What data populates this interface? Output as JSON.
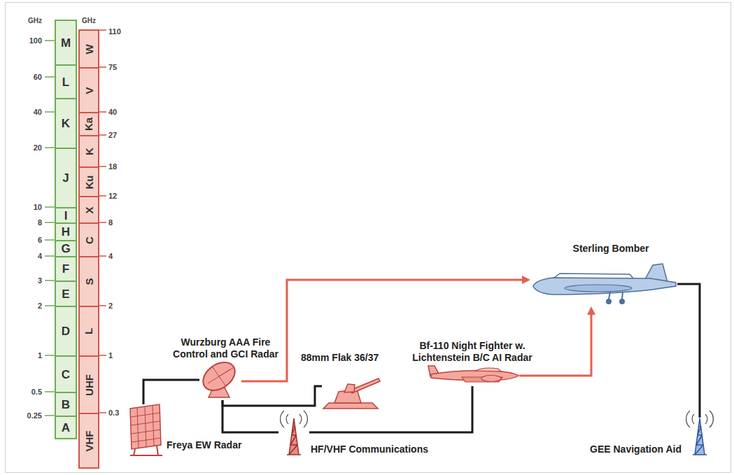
{
  "diagram": {
    "nodes": [
      {
        "text": [
          "M"
        ]
      },
      {
        "text": [
          "L"
        ]
      },
      {
        "text": [
          "K"
        ]
      },
      {
        "text": [
          "J"
        ]
      },
      {
        "text": [
          "I"
        ]
      },
      {
        "text": [
          "H"
        ]
      },
      {
        "text": [
          "G"
        ]
      },
      {
        "text": [
          "F"
        ]
      },
      {
        "text": [
          "E"
        ]
      },
      {
        "text": [
          "D"
        ]
      },
      {
        "text": [
          "C"
        ]
      },
      {
        "text": [
          "B"
        ]
      },
      {
        "text": [
          "A"
        ]
      },
      {
        "text": [
          "W"
        ]
      },
      {
        "text": [
          "V"
        ]
      },
      {
        "text": [
          "Ka"
        ]
      },
      {
        "text": [
          "K"
        ]
      },
      {
        "text": [
          "Ku"
        ]
      },
      {
        "text": [
          "X"
        ]
      },
      {
        "text": [
          "C"
        ]
      },
      {
        "text": [
          "S"
        ]
      },
      {
        "text": [
          "L"
        ]
      },
      {
        "text": [
          "UHF"
        ]
      },
      {
        "text": [
          "VHF"
        ]
      },
      {
        "text": [
          "Sterling Bomber"
        ]
      },
      {
        "text": [
          "Wurzburg AAA Fire Control and GCI Radar"
        ]
      },
      {
        "text": [
          "Bf-110 Night Fighter w. Lichtenstein B/C AI Radar"
        ]
      },
      {
        "text": [
          "88mm Flak 36/37"
        ]
      },
      {
        "text": [
          "Freya EW Radar"
        ]
      },
      {
        "text": [
          "HF/VHF Communications"
        ]
      },
      {
        "text": [
          "GEE Navigation Aid"
        ]
      }
    ],
    "edges": [
      {
        "from": 28,
        "to": 25,
        "arrow": "none"
      },
      {
        "from": 25,
        "to": 27,
        "arrow": "none"
      },
      {
        "from": 25,
        "to": 29,
        "arrow": "none"
      },
      {
        "from": 29,
        "to": 26,
        "arrow": "none"
      },
      {
        "from": 25,
        "to": 24,
        "arrow": "to"
      },
      {
        "from": 26,
        "to": 24,
        "arrow": "to"
      },
      {
        "from": 30,
        "to": 24,
        "arrow": "none"
      }
    ],
    "labels": [
      "GHz",
      "100",
      "60",
      "40",
      "20",
      "10",
      "8",
      "6",
      "4",
      "3",
      "2",
      "1",
      "0.5",
      "0.25",
      "GHz",
      "110",
      "75",
      "40",
      "27",
      "18",
      "12",
      "8",
      "4",
      "2",
      "1",
      "0.3"
    ]
  }
}
